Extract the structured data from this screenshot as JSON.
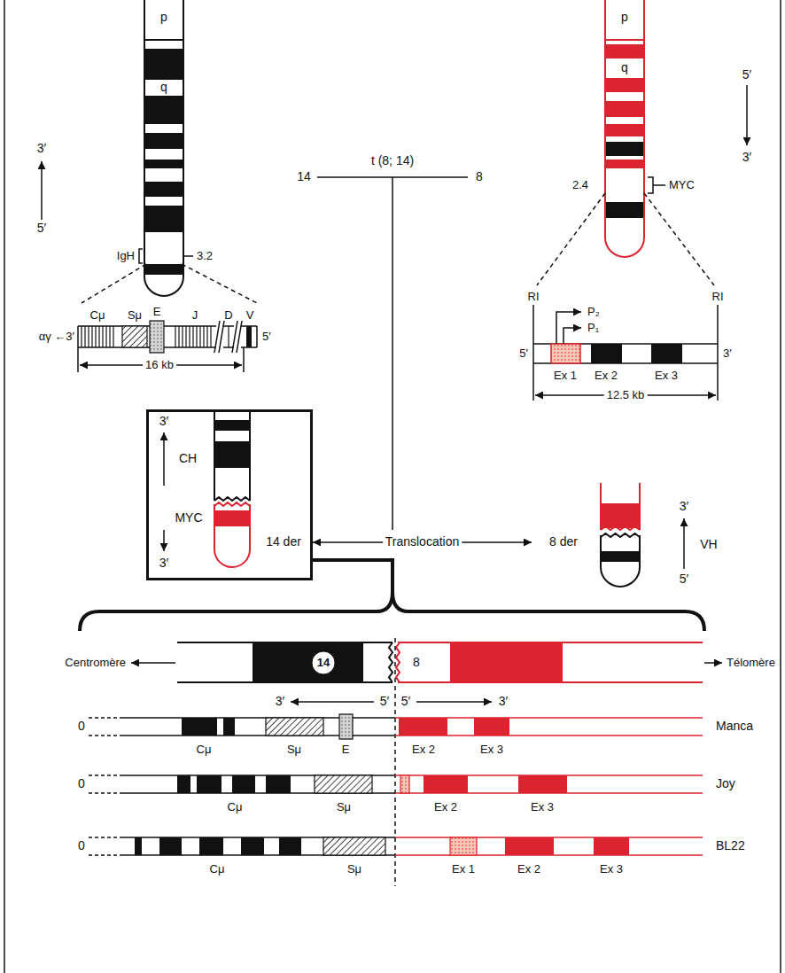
{
  "diagram": {
    "nodes": [
      {
        "text": [
          "3′",
          "CH",
          "MYC",
          "3′",
          "14 der"
        ]
      },
      {
        "text": [
          "8 der",
          "3′",
          "VH",
          "5′"
        ]
      },
      {
        "text": [
          "14"
        ]
      }
    ],
    "edges": [
      {
        "from": 0,
        "to": 1,
        "label": "Translocation",
        "arrow": "both"
      }
    ],
    "labels": [
      "p",
      "q",
      "IgH",
      "3.2",
      "3′",
      "5′",
      "t (8; 14)",
      "14",
      "8",
      "p",
      "q",
      "2.4",
      "MYC",
      "5′",
      "3′",
      "Cμ",
      "Sμ",
      "E",
      "J",
      "D",
      "V",
      "αγ ←3′",
      "5′",
      "16 kb",
      "RI",
      "RI",
      "P₂",
      "P₁",
      "5′",
      "Ex 1",
      "Ex 2",
      "Ex 3",
      "3′",
      "12.5 kb",
      "Centromère",
      "8",
      "Télomère",
      "3′",
      "5′",
      "5′",
      "3′",
      "0",
      "Cμ",
      "Sμ",
      "E",
      "Ex 2",
      "Ex 3",
      "Manca",
      "0",
      "Cμ",
      "Sμ",
      "Ex 2",
      "Ex 3",
      "Joy",
      "0",
      "Cμ",
      "Sμ",
      "Ex 1",
      "Ex 2",
      "Ex 3",
      "BL22"
    ]
  }
}
